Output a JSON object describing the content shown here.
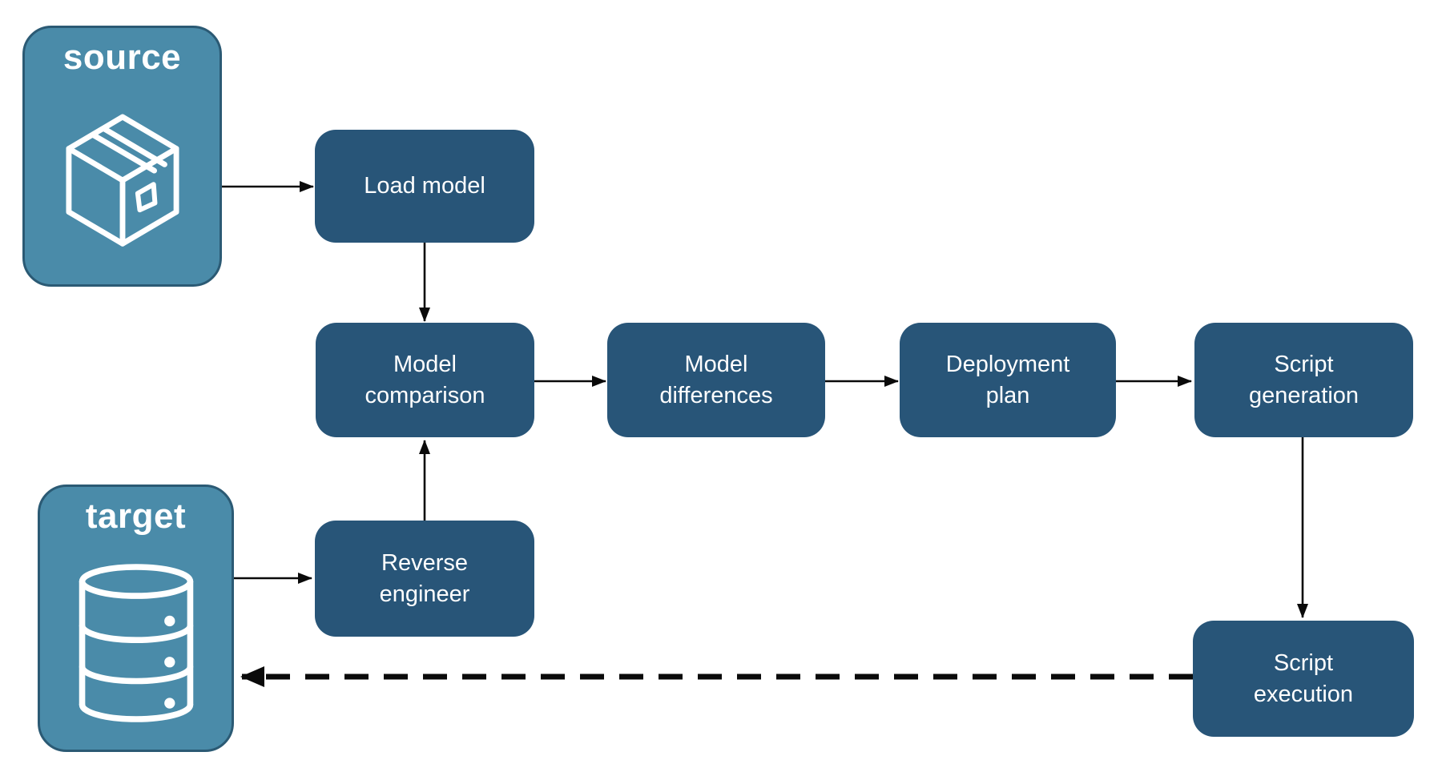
{
  "diagram": {
    "entities": {
      "source": {
        "label": "source",
        "icon": "package-icon"
      },
      "target": {
        "label": "target",
        "icon": "database-icon"
      }
    },
    "nodes": {
      "load_model": {
        "label": "Load model"
      },
      "model_comparison": {
        "label": "Model\ncomparison"
      },
      "model_differences": {
        "label": "Model\ndifferences"
      },
      "deployment_plan": {
        "label": "Deployment\nplan"
      },
      "script_generation": {
        "label": "Script\ngeneration"
      },
      "reverse_engineer": {
        "label": "Reverse\nengineer"
      },
      "script_execution": {
        "label": "Script\nexecution"
      }
    },
    "edges": [
      {
        "from": "source",
        "to": "load_model",
        "style": "solid"
      },
      {
        "from": "load_model",
        "to": "model_comparison",
        "style": "solid"
      },
      {
        "from": "target",
        "to": "reverse_engineer",
        "style": "solid"
      },
      {
        "from": "reverse_engineer",
        "to": "model_comparison",
        "style": "solid"
      },
      {
        "from": "model_comparison",
        "to": "model_differences",
        "style": "solid"
      },
      {
        "from": "model_differences",
        "to": "deployment_plan",
        "style": "solid"
      },
      {
        "from": "deployment_plan",
        "to": "script_generation",
        "style": "solid"
      },
      {
        "from": "script_generation",
        "to": "script_execution",
        "style": "solid"
      },
      {
        "from": "script_execution",
        "to": "target",
        "style": "dashed"
      }
    ],
    "colors": {
      "node_fill": "#285578",
      "entity_fill": "#4a8ba9",
      "entity_border": "#2b5a74",
      "arrow": "#0a0a0a",
      "label": "#ffffff",
      "background": "#ffffff"
    }
  }
}
